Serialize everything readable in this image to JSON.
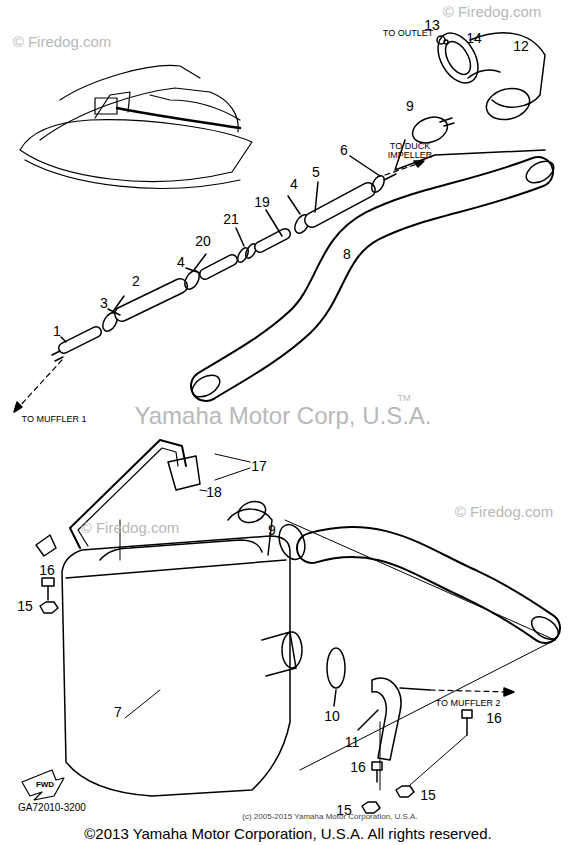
{
  "diagram": {
    "labels": [
      "© Firedog.com",
      "© Firedog.com",
      "13",
      "TO OUTLET",
      "14",
      "12",
      "9",
      "TO DUCK IMPELLER",
      "6",
      "5",
      "4",
      "19",
      "21",
      "20",
      "4",
      "2",
      "3",
      "1",
      "8",
      "TO MUFFLER 1",
      "Yamaha Motor Corp, U.S.A.",
      "TM",
      "© Firedog.com",
      "© Firedog.com",
      "17",
      "18",
      "9",
      "16",
      "15",
      "TO MUFFLER 2",
      "7",
      "10",
      "16",
      "11",
      "16",
      "15",
      "15",
      "FWD",
      "GA72010-3200",
      "(c) 2005-2015 Yamaha Motor Corporation, U.S.A.",
      "©2013 Yamaha Motor Corporation, U.S.A. All rights reserved."
    ]
  }
}
